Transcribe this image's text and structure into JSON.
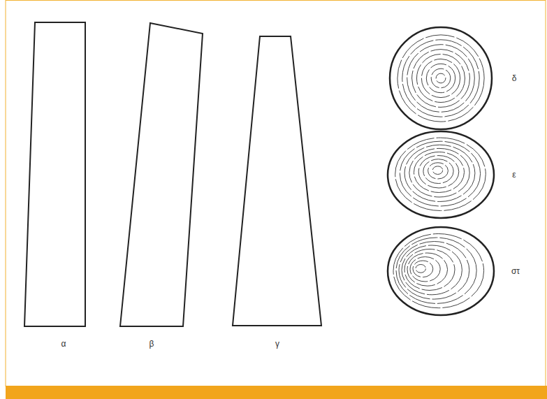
{
  "diagram": {
    "labels": [
      "α",
      "β",
      "γ",
      "δ",
      "ε",
      "στ"
    ]
  }
}
